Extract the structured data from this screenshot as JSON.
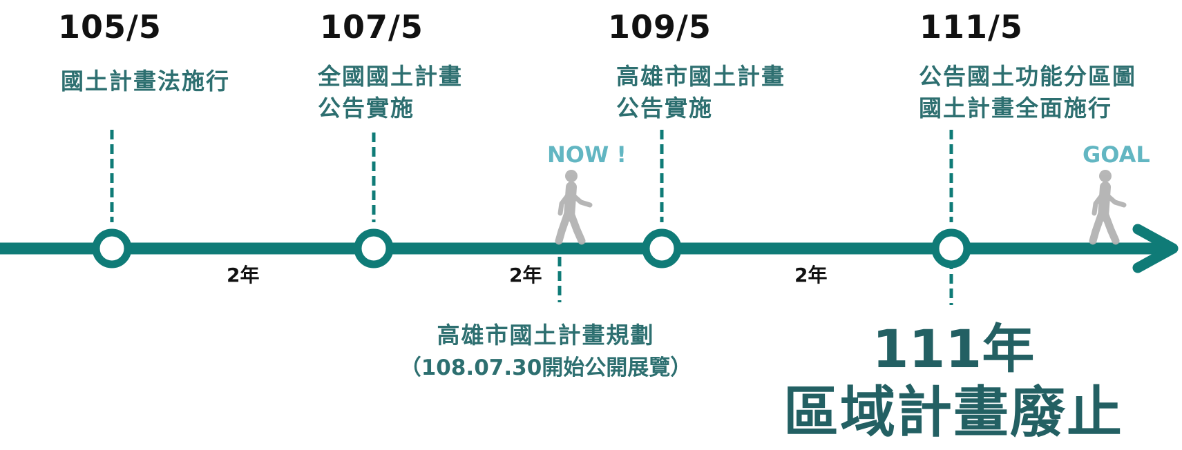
{
  "colors": {
    "axis": "#0f7b77",
    "node_fill": "#ffffff",
    "event_text": "#2d6f70",
    "status_text": "#62b6c2",
    "walker": "#b3b3b3",
    "final_text": "#236063"
  },
  "milestones": [
    {
      "date": "105/5",
      "lines": [
        "國土計畫法施行"
      ]
    },
    {
      "date": "107/5",
      "lines": [
        "全國國土計畫",
        "公告實施"
      ]
    },
    {
      "date": "109/5",
      "lines": [
        "高雄市國土計畫",
        "公告實施"
      ]
    },
    {
      "date": "111/5",
      "lines": [
        "公告國土功能分區圖",
        "國土計畫全面施行"
      ]
    }
  ],
  "intervals": [
    "2年",
    "2年",
    "2年"
  ],
  "now_label": "NOW !",
  "goal_label": "GOAL",
  "current_status": {
    "line1": "高雄市國土計畫規劃",
    "line2": "（108.07.30開始公開展覽）"
  },
  "final": {
    "year": "111年",
    "text": "區域計畫廢止"
  },
  "icons": {
    "marker": "walking-person-icon",
    "arrow": "arrowhead-icon"
  }
}
